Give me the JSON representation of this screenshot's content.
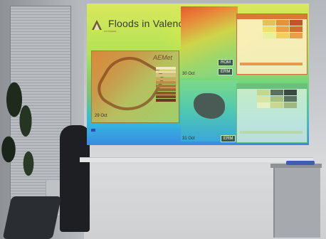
{
  "slide": {
    "title": "Floods in Valencia",
    "logo_subtitle": "ANYWHERE",
    "aemet_label": "AEMet",
    "left_map_date": "29 Oct",
    "top_right_date": "30 Oct",
    "bottom_right_date": "31 Oct",
    "tag_top_1": "ROM",
    "tag_top_2": "ERM",
    "tag_bottom": "ERM",
    "legend_colors": [
      "#f0e9c0",
      "#e8d8a0",
      "#d9c080",
      "#c9a860",
      "#b89048",
      "#a87a3a",
      "#986a30",
      "#885a28",
      "#784a20",
      "#683a18"
    ],
    "panel_top": {
      "matrix_colors": [
        "#e8c05a",
        "#e8903a",
        "#c8502a",
        "#f0e070",
        "#e8a04a",
        "#d0702a",
        "#e8f0a0",
        "#f0d060",
        "#e8a04a"
      ],
      "bar_color": "#e89a4a"
    },
    "panel_bottom": {
      "matrix_colors": [
        "#c0d890",
        "#5a7060",
        "#3a4a40",
        "#d8e4a0",
        "#a8c080",
        "#5a7060",
        "#e8f0c0",
        "#c8d890",
        "#a0b880"
      ],
      "bar_color": "#b8d8b0"
    }
  }
}
